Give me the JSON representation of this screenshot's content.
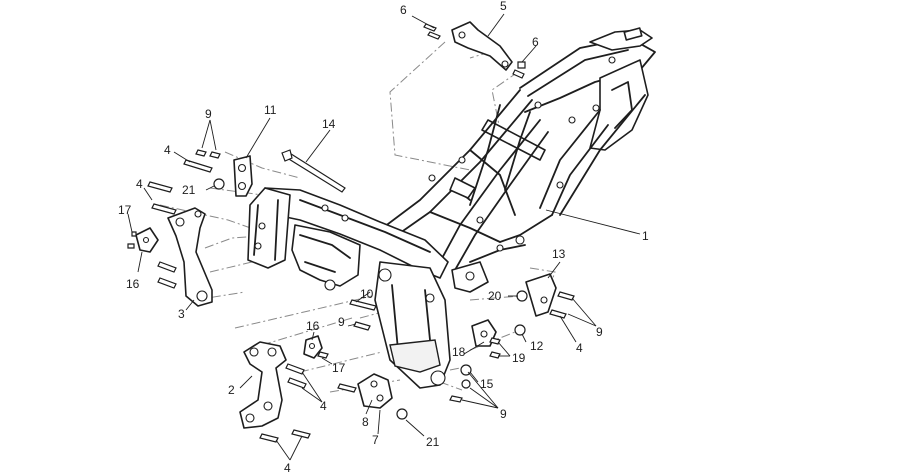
{
  "diagram": {
    "callouts": {
      "c1": "1",
      "c2": "2",
      "c3": "3",
      "c4a": "4",
      "c4b": "4",
      "c4c": "4",
      "c4d": "4",
      "c4e": "4",
      "c5": "5",
      "c6a": "6",
      "c6b": "6",
      "c7": "7",
      "c8": "8",
      "c9a": "9",
      "c9b": "9",
      "c9c": "9",
      "c9d": "9",
      "c10": "10",
      "c11": "11",
      "c12": "12",
      "c13": "13",
      "c14": "14",
      "c15": "15",
      "c16a": "16",
      "c16b": "16",
      "c17a": "17",
      "c17b": "17",
      "c18": "18",
      "c19": "19",
      "c20": "20",
      "c21a": "21",
      "c21b": "21"
    }
  }
}
